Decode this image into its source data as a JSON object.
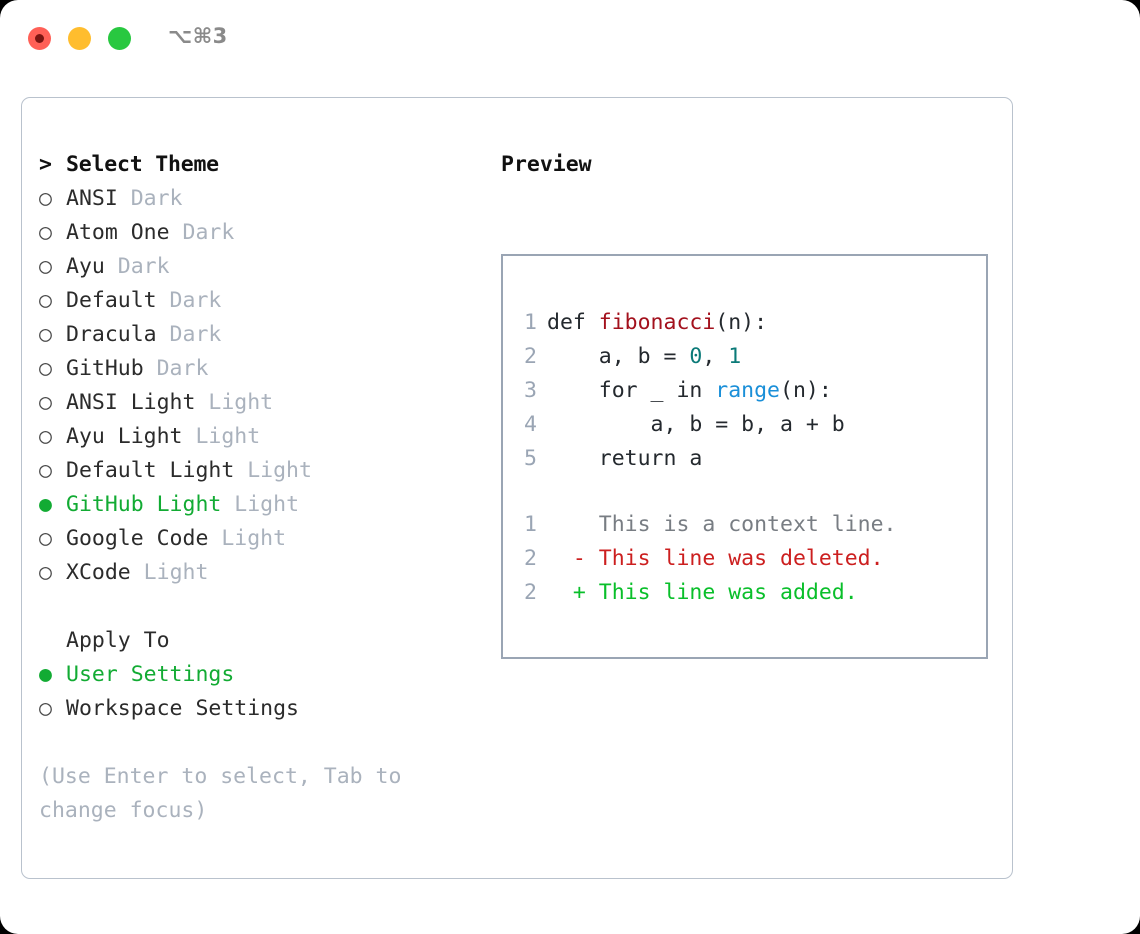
{
  "titlebar": {
    "shortcut": "⌥⌘3",
    "buttons": {
      "close": "close",
      "minimize": "minimize",
      "maximize": "maximize"
    }
  },
  "theme_list": {
    "heading": "Select Theme",
    "heading_marker": ">",
    "marker_unselected": "○",
    "marker_selected": "●",
    "items": [
      {
        "name": "ANSI",
        "suffix": "Dark",
        "selected": false
      },
      {
        "name": "Atom One",
        "suffix": "Dark",
        "selected": false
      },
      {
        "name": "Ayu",
        "suffix": "Dark",
        "selected": false
      },
      {
        "name": "Default",
        "suffix": "Dark",
        "selected": false
      },
      {
        "name": "Dracula",
        "suffix": "Dark",
        "selected": false
      },
      {
        "name": "GitHub",
        "suffix": "Dark",
        "selected": false
      },
      {
        "name": "ANSI Light",
        "suffix": "Light",
        "selected": false
      },
      {
        "name": "Ayu Light",
        "suffix": "Light",
        "selected": false
      },
      {
        "name": "Default Light",
        "suffix": "Light",
        "selected": false
      },
      {
        "name": "GitHub Light",
        "suffix": "Light",
        "selected": true
      },
      {
        "name": "Google Code",
        "suffix": "Light",
        "selected": false
      },
      {
        "name": "XCode",
        "suffix": "Light",
        "selected": false
      }
    ]
  },
  "apply_to": {
    "heading": "Apply To",
    "items": [
      {
        "name": "User Settings",
        "selected": true
      },
      {
        "name": "Workspace Settings",
        "selected": false
      }
    ]
  },
  "hint": "(Use Enter to select, Tab to change focus)",
  "preview": {
    "title": "Preview",
    "code_lines": [
      {
        "no": "1",
        "parts": [
          {
            "t": "def ",
            "c": "plain"
          },
          {
            "t": "fibonacci",
            "c": "fn"
          },
          {
            "t": "(n):",
            "c": "plain"
          }
        ]
      },
      {
        "no": "2",
        "parts": [
          {
            "t": "    a, b = ",
            "c": "plain"
          },
          {
            "t": "0",
            "c": "num"
          },
          {
            "t": ", ",
            "c": "plain"
          },
          {
            "t": "1",
            "c": "num"
          }
        ]
      },
      {
        "no": "3",
        "parts": [
          {
            "t": "    for _ in ",
            "c": "plain"
          },
          {
            "t": "range",
            "c": "build"
          },
          {
            "t": "(n):",
            "c": "plain"
          }
        ]
      },
      {
        "no": "4",
        "parts": [
          {
            "t": "        a, b = b, a + b",
            "c": "plain"
          }
        ]
      },
      {
        "no": "5",
        "parts": [
          {
            "t": "    return a",
            "c": "plain"
          }
        ]
      }
    ],
    "diff_lines": [
      {
        "no": "1",
        "sign": " ",
        "text": "This is a context line.",
        "kind": "ctx"
      },
      {
        "no": "2",
        "sign": "-",
        "text": "This line was deleted.",
        "kind": "del"
      },
      {
        "no": "2",
        "sign": "+",
        "text": "This line was added.",
        "kind": "add"
      }
    ]
  },
  "colors": {
    "accent_green": "#12ab33",
    "muted_gray": "#aab2bd",
    "border": "#b9c2cd",
    "preview_border": "#9aa5b4",
    "diff_add": "#09bf2a",
    "diff_del": "#cc1f1f",
    "token_function": "#a3111d",
    "token_number": "#0b7a78",
    "token_builtin": "#1a8fd8"
  }
}
